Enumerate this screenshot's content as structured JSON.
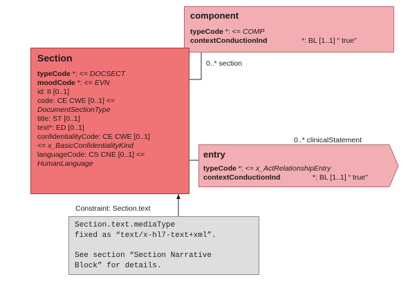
{
  "component": {
    "title": "component",
    "line1_name": "typeCode",
    "line1_rest": " *: <= ",
    "line1_value": "COMP",
    "line2_name": "contextConductionInd",
    "line2_rest": "*: BL [1..1] “ true\""
  },
  "section": {
    "title": "Section",
    "typecode_name": "typeCode",
    "typecode_rest": " *: <= ",
    "typecode_value": "DOCSECT",
    "moodcode_name": "moodCode",
    "moodcode_rest": " *: <= ",
    "moodcode_value": "EVN",
    "id": "id: II [0..1]",
    "code": "code: CE CWE [0..1] <=",
    "code_value": "DocumentSectionType",
    "title_attr": "title: ST [0..1]",
    "text_name": "text",
    "text_rest": "*: ED [0..1]",
    "confidentiality": "confidentialityCode: CE CWE [0..1]",
    "confidentiality_lead": "<= ",
    "confidentiality_value": "x_BasicConfidentialityKind",
    "language": "languageCode: CS CNE [0..1] <=",
    "language_value": "HumanLanguage"
  },
  "entry": {
    "title": "entry",
    "line1_name": "typeCode",
    "line1_rest": " *: <= ",
    "line1_value": "x_ActRelationshipEntry",
    "line2_name": "contextConductionInd",
    "line2_rest": "*: BL [1..1] “ true\""
  },
  "relations": {
    "section_label": "0..* section",
    "clinical_label": "0..* clinicalStatement"
  },
  "constraint": {
    "label": "Constraint:  Section.text",
    "line1": "Section.text.mediaType",
    "line2": "fixed as “text/x-hl7-text+xml”.",
    "line3": "See section “Section Narrative",
    "line4": "Block” for details."
  },
  "colors": {
    "section_fill": "#f07375",
    "component_fill": "#f2aeb3",
    "entry_fill": "#f2aeb3",
    "note_fill": "#dddedd"
  }
}
